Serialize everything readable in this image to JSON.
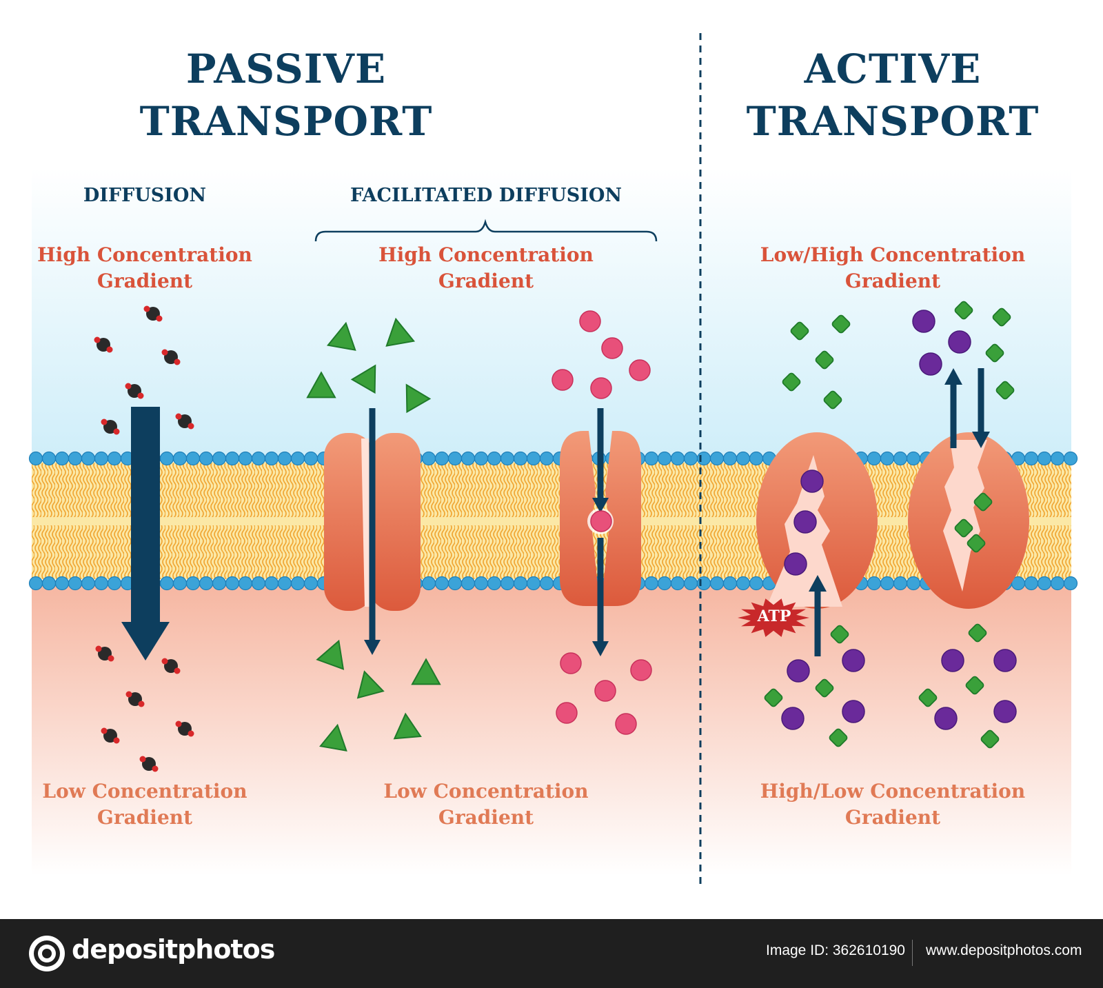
{
  "passive": {
    "title_line1": "PASSIVE",
    "title_line2": "TRANSPORT",
    "diffusion": {
      "label": "DIFFUSION",
      "top_line1": "High Concentration",
      "top_line2": "Gradient",
      "bottom_line1": "Low Concentration",
      "bottom_line2": "Gradient"
    },
    "facilitated": {
      "label": "FACILITATED DIFFUSION",
      "top_line1": "High Concentration",
      "top_line2": "Gradient",
      "bottom_line1": "Low Concentration",
      "bottom_line2": "Gradient"
    }
  },
  "active": {
    "title_line1": "ACTIVE",
    "title_line2": "TRANSPORT",
    "top_line1": "Low/High Concentration",
    "top_line2": "Gradient",
    "bottom_line1": "High/Low Concentration",
    "bottom_line2": "Gradient",
    "atp": "ATP"
  },
  "footer": {
    "brand": "depositphotos",
    "image_id": "Image ID: 362610190",
    "website": "www.depositphotos.com"
  },
  "colors": {
    "title": "#0d3e5e",
    "gradient_high": "#d9533a",
    "gradient_low": "#e07a55",
    "membrane_head": "#3ba3d8",
    "membrane_tail": "#f2b53a",
    "protein": "#e8795a",
    "arrow": "#0d3e5e",
    "molecule_green": "#3aa03a",
    "molecule_pink": "#e8507a",
    "molecule_purple": "#6a2a9a",
    "atp": "#c8282a"
  }
}
